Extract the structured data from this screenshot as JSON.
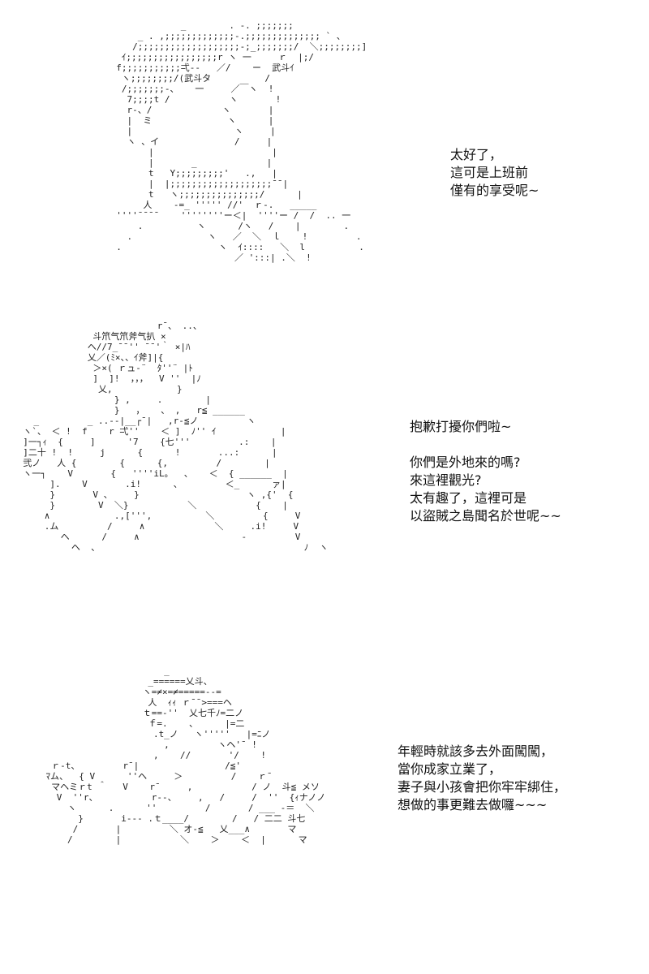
{
  "panels": [
    {
      "art": "              _        . -. ;;;;;;;\n      _ . ,;;;;;;;;;;;;;-.;;;;;;;;;;;;;; ` 、\n     /;;;;;;;;;;;;;;;;;;;-;_;;;;;;;/  ＼;;;;;;;;]\n   ｲ;;;;;;;;;;;;;;;;;r ヽ 一     ｒ  |;/\n  f;;;;;;;;;;;弌--   ／/    ー  武斗ｲ\n   ヽ;;;;;;;;/(武斗タ          /\n   /;;;;;;;-、   一     ／￣ヽ  !\n    7;;;;t /           ヽ       !\n    r-、/             ヽ       |\n    |  ミ              ヽ      |\n    |                   ヽ     |\n    ヽ 、イ              /     |\n        |                      |\n        |       _             |\n        t   Y;;;;;;;;;'   .,   |\n        |  |;;;;;;;;;;;;;;;;;;;¯¯|\n        t   ヽ;;;;;;;;;;;;;;;/      |\n       人    -=_ ''''' //'  ｒ-.   _____\n  ''''¯¯¯¯    ''''''''ー＜|  ''''ー /  /  .. 一\n      .          ヽ      /ヽ   /    |        .\n    .              ヽ   ／  ＼  ｌ    !         .\n  .                  ヽ  ｲ::::   ＼  l          .\n                        ／ ':::| .＼  !",
      "caption": [
        "太好了，",
        "這可是上班前",
        "僅有的享受呢~"
      ]
    },
    {
      "art": "                           r¯、 ..、\n               斗笊气笊斧气扒 ×\n              ヘ//7_¯¯'' ¯¯'｀ ×|ﾊ\n              乂／(ﾐ×、、ｲ斧]|{\n               ＞×( ｒュ-¨  ﾀ''¨ |ﾄ\n               ]  ]!  ，，，  V ''  |ﾉ\n                乂,            }\n                   } ,     .        |\n                   }   ，   、 ,   r≦ ______\n    _         _ ..--|__┌¯|   ,r-≦ノ         ヽ\n  ヽ`、 ＜ !  f    r 弌''    ＜ ]  ﾉ'' ｲ            |\n  ]一┐ｨ  {     ]      '7    {七'''         .:    |\n  ]二十 !  !     j      {      !       ...:      |\n  弐ノ   人 {        {      {,         /        |\n  ヽ一┐    V       {   ''''iL。  、   ＜  { ______  |\n       ].    V       .i!      、        ＜_      ァ|\n       }       V 、    }                    ヽ ,{'  {\n       }        V  ＼}           ＼           {    |\n      ∧            .,[''',          ＼         {     V\n      .ム         /     ∧             ＼     .i!     V\n         ヘ      /     ∧                   -         V\n           ヘ  、                                      ﾉ  ヽ",
      "caption": [
        "抱歉打擾你們啦~",
        "",
        "你們是外地來的嗎?",
        "來這裡觀光?",
        "太有趣了，這裡可是",
        "以盜賊之島聞名於世呢~~"
      ]
    },
    {
      "art": "                          _\n                       _======乂斗、\n                      ヽ=≠×=≠=====--=\n                       人  ｨｨ ｒ¯¯>===ヘ\n                      ｔ==-''  乂七千ﾉ=二ノ\n                       ｆ=.    、     |=二\n                        .t_ノ   ヽ'''''   |=ﾆノ\n                          ,         ヽヘ'¯ !\n                        ,    //       '/    !\n     ｒ-t、        r¯|                /≦'\n    ﾏム、  { V      ''ヘ     ＞         /    ｒ¯\n     マヘミｒt ＾   V    r¯     ,           / ノ  斗≦ メソ\n      V  ''r、          r--、    ,   /     /  ''  {ｨナノノ\n        ヽ      .      ''         /       / ___ -＝  ＼\n          }       i--- .ｔ____/        /   / 二二 斗七\n         /       |         ＼ オ-≦   乂___∧       マ\n        /        |           ＼    ＞    ＜  |      マ",
      "caption": [
        "年輕時就該多去外面闖闖，",
        "當你成家立業了，",
        "妻子與小孩會把你牢牢綁住，",
        "想做的事更難去做囉~~~"
      ]
    }
  ]
}
